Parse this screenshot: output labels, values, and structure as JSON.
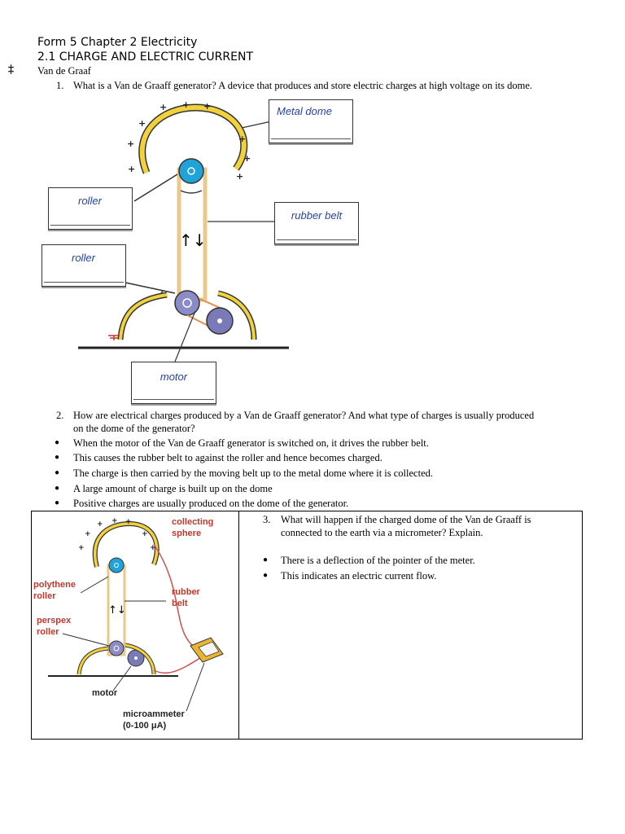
{
  "header": {
    "title": "Form 5 Chapter 2 Electricity",
    "section": "2.1 CHARGE AND ELECTRIC CURRENT",
    "marker_symbol": "‡",
    "topic": "Van de Graaf"
  },
  "question1": {
    "number": "1.",
    "text": "What is a Van de Graaff generator?  A device that produces and store electric charges at high voltage on its dome."
  },
  "figure1": {
    "labels": {
      "metal_dome": "Metal dome",
      "roller_top": "roller",
      "rubber_belt": "rubber belt",
      "roller_bottom": "roller",
      "motor": "motor"
    },
    "arrows": "↑↓",
    "charge_sign": "+"
  },
  "question2": {
    "number": "2.",
    "line1": "How are electrical charges produced by a Van de Graaff generator?  And what type of charges is usually produced",
    "line2": "on the dome of the generator?",
    "bullets": [
      "When the motor of the Van de Graaff generator is switched on, it drives the rubber belt.",
      "This causes the rubber belt to against the roller and hence becomes charged.",
      "The charge is then carried by the moving belt up to the metal dome where it is collected.",
      "A large amount of charge is built up on the dome",
      "Positive charges are usually produced on the dome of the generator."
    ]
  },
  "figure2": {
    "labels": {
      "collecting_line1": "collecting",
      "collecting_line2": "sphere",
      "polythene_line1": "polythene",
      "polythene_line2": "roller",
      "rubber_line1": "rubber",
      "rubber_line2": "belt",
      "perspex_line1": "perspex",
      "perspex_line2": "roller",
      "motor": "motor",
      "micro_line1": "microammeter",
      "micro_line2": "(0-100 μA)"
    },
    "arrows": "↑↓"
  },
  "question3": {
    "number": "3.",
    "line1": "What will happen if the charged dome of the Van de Graaff is",
    "line2": "connected to the earth via a micrometer? Explain.",
    "bullets": [
      "There is a deflection of the pointer of the meter.",
      "This indicates an electric current flow."
    ]
  }
}
